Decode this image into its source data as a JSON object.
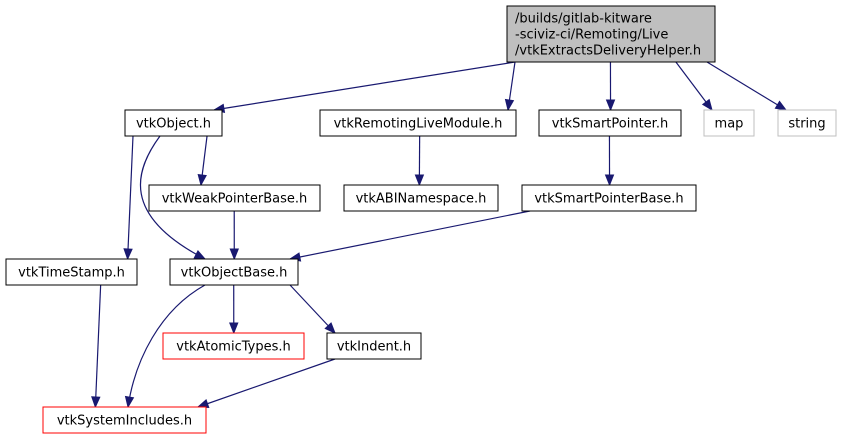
{
  "colors": {
    "edge": "#191970",
    "root_fill": "#bfbfbf",
    "node_fill": "#ffffff",
    "border_normal": "#000000",
    "border_truncated": "#ff0000",
    "border_system": "#bfbfbf"
  },
  "nodes": [
    {
      "id": "root",
      "lines": [
        "/builds/gitlab-kitware",
        "-sciviz-ci/Remoting/Live",
        "/vtkExtractsDeliveryHelper.h"
      ],
      "style": "root"
    },
    {
      "id": "vtkObject",
      "lines": [
        "vtkObject.h"
      ],
      "style": "normal"
    },
    {
      "id": "vtkRemotingLiveModule",
      "lines": [
        "vtkRemotingLiveModule.h"
      ],
      "style": "normal"
    },
    {
      "id": "vtkSmartPointer",
      "lines": [
        "vtkSmartPointer.h"
      ],
      "style": "normal"
    },
    {
      "id": "map",
      "lines": [
        "map"
      ],
      "style": "system"
    },
    {
      "id": "string",
      "lines": [
        "string"
      ],
      "style": "system"
    },
    {
      "id": "vtkWeakPointerBase",
      "lines": [
        "vtkWeakPointerBase.h"
      ],
      "style": "normal"
    },
    {
      "id": "vtkABINamespace",
      "lines": [
        "vtkABINamespace.h"
      ],
      "style": "normal"
    },
    {
      "id": "vtkSmartPointerBase",
      "lines": [
        "vtkSmartPointerBase.h"
      ],
      "style": "normal"
    },
    {
      "id": "vtkTimeStamp",
      "lines": [
        "vtkTimeStamp.h"
      ],
      "style": "normal"
    },
    {
      "id": "vtkObjectBase",
      "lines": [
        "vtkObjectBase.h"
      ],
      "style": "normal"
    },
    {
      "id": "vtkAtomicTypes",
      "lines": [
        "vtkAtomicTypes.h"
      ],
      "style": "truncated"
    },
    {
      "id": "vtkIndent",
      "lines": [
        "vtkIndent.h"
      ],
      "style": "normal"
    },
    {
      "id": "vtkSystemIncludes",
      "lines": [
        "vtkSystemIncludes.h"
      ],
      "style": "truncated"
    }
  ],
  "edges": [
    {
      "from": "root",
      "to": "vtkObject"
    },
    {
      "from": "root",
      "to": "vtkRemotingLiveModule"
    },
    {
      "from": "root",
      "to": "vtkSmartPointer"
    },
    {
      "from": "root",
      "to": "map"
    },
    {
      "from": "root",
      "to": "string"
    },
    {
      "from": "vtkObject",
      "to": "vtkWeakPointerBase"
    },
    {
      "from": "vtkObject",
      "to": "vtkTimeStamp"
    },
    {
      "from": "vtkObject",
      "to": "vtkObjectBase"
    },
    {
      "from": "vtkRemotingLiveModule",
      "to": "vtkABINamespace"
    },
    {
      "from": "vtkSmartPointer",
      "to": "vtkSmartPointerBase"
    },
    {
      "from": "vtkWeakPointerBase",
      "to": "vtkObjectBase"
    },
    {
      "from": "vtkSmartPointerBase",
      "to": "vtkObjectBase"
    },
    {
      "from": "vtkTimeStamp",
      "to": "vtkSystemIncludes"
    },
    {
      "from": "vtkObjectBase",
      "to": "vtkAtomicTypes"
    },
    {
      "from": "vtkObjectBase",
      "to": "vtkIndent"
    },
    {
      "from": "vtkObjectBase",
      "to": "vtkSystemIncludes"
    },
    {
      "from": "vtkIndent",
      "to": "vtkSystemIncludes"
    }
  ]
}
